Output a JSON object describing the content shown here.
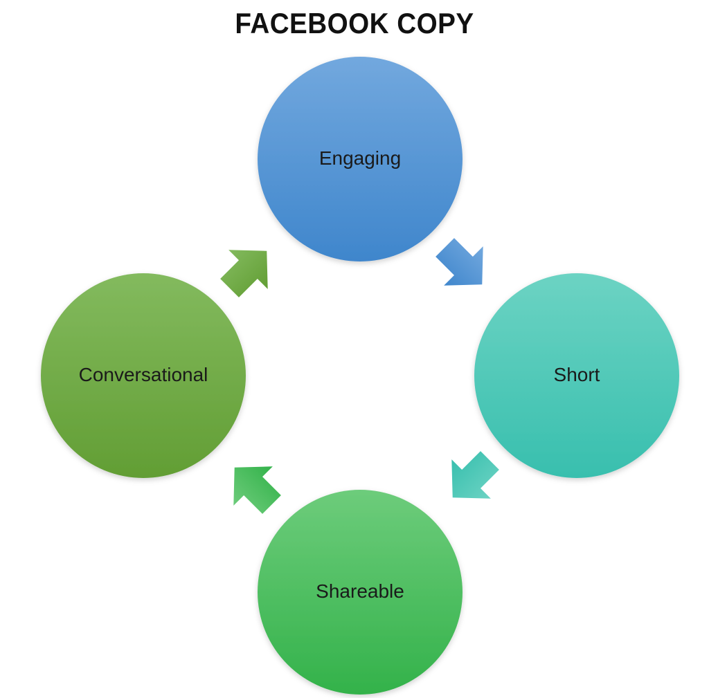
{
  "title": "FACEBOOK COPY",
  "nodes": [
    {
      "id": "engaging",
      "label": "Engaging",
      "color_top": "#72a8de",
      "color_bottom": "#3f86cc"
    },
    {
      "id": "short",
      "label": "Short",
      "color_top": "#6cd3c3",
      "color_bottom": "#38bfae"
    },
    {
      "id": "shareable",
      "label": "Shareable",
      "color_top": "#6dcc7b",
      "color_bottom": "#33b24a"
    },
    {
      "id": "conversational",
      "label": "Conversational",
      "color_top": "#83ba5e",
      "color_bottom": "#629e34"
    }
  ],
  "cycle": [
    "engaging",
    "short",
    "shareable",
    "conversational"
  ]
}
